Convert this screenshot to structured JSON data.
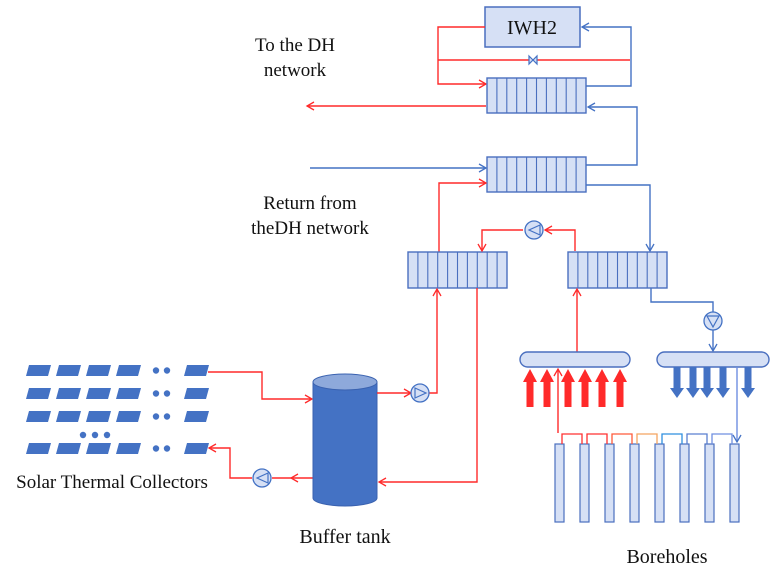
{
  "colors": {
    "hot": "#ff2a2a",
    "cold": "#4472c4",
    "fill_light": "#d6e0f5",
    "fill_dark": "#4472c4",
    "border": "#4a6fbf",
    "tank_top": "#8ea9db",
    "loop_colors": [
      "#ff3030",
      "#ff3030",
      "#ff5a3a",
      "#f4a460",
      "#2f8fdf",
      "#5a7fd0",
      "#6f8fe0"
    ]
  },
  "labels": {
    "iwh2": "IWH2",
    "to_dh_line1": "To the DH",
    "to_dh_line2": "network",
    "return_line1": "Return from",
    "return_line2": "theDH network",
    "solar": "Solar Thermal Collectors",
    "buffer_tank": "Buffer tank",
    "boreholes": "Boreholes"
  },
  "components": {
    "heat_exchangers": [
      "HX-top",
      "HX-middle",
      "HX-left",
      "HX-right"
    ],
    "pumps": [
      "pump-solar-return",
      "pump-tank-out",
      "pump-hx-loop",
      "pump-borehole-cold"
    ],
    "valve": "bypass-valve",
    "borehole_count": 8,
    "solar_rows": 4,
    "hot_arrow_count": 6,
    "cold_arrow_count": 5
  }
}
